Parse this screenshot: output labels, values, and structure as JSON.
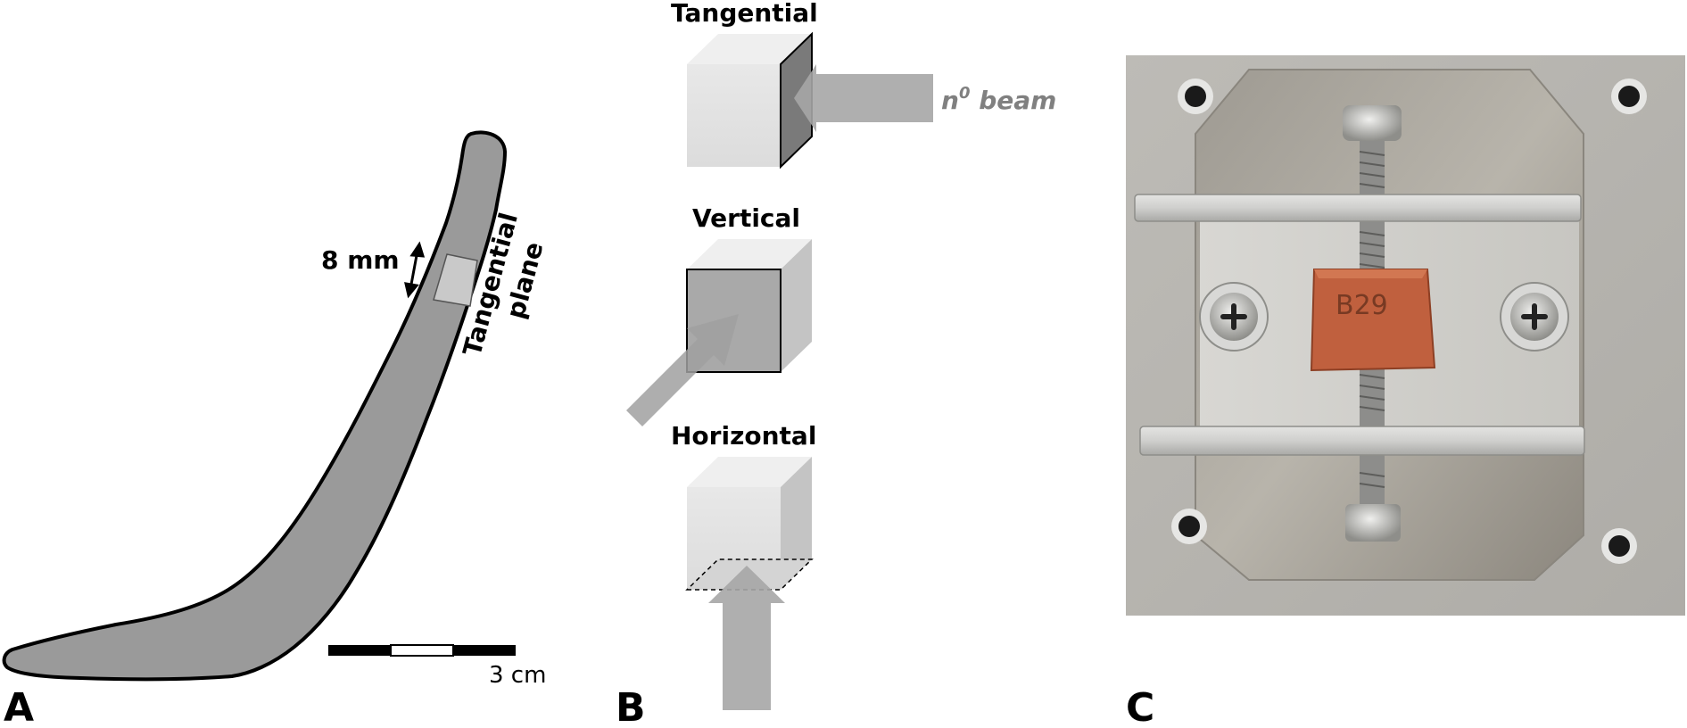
{
  "panels": {
    "a": {
      "letter": "A",
      "measure_label": "8 mm",
      "plane_label_line1": "Tangential",
      "plane_label_line2": "plane",
      "scale_label": "3 cm"
    },
    "b": {
      "letter": "B",
      "cuts": [
        {
          "title": "Tangential"
        },
        {
          "title": "Vertical"
        },
        {
          "title": "Horizontal"
        }
      ],
      "beam_label_base": "n",
      "beam_label_sup": "0",
      "beam_label_rest": " beam"
    },
    "c": {
      "letter": "C",
      "sample_marking": "B29"
    }
  },
  "colors": {
    "sherd_fill": "#9a9a9a",
    "cube_front": "#e3e3e3",
    "cube_top": "#efefef",
    "cube_side": "#c4c4c4",
    "beam": "#a6a6a6",
    "beam_label": "#808080",
    "photo_bg": "#b5b3ae",
    "sample": "#c0603e"
  }
}
